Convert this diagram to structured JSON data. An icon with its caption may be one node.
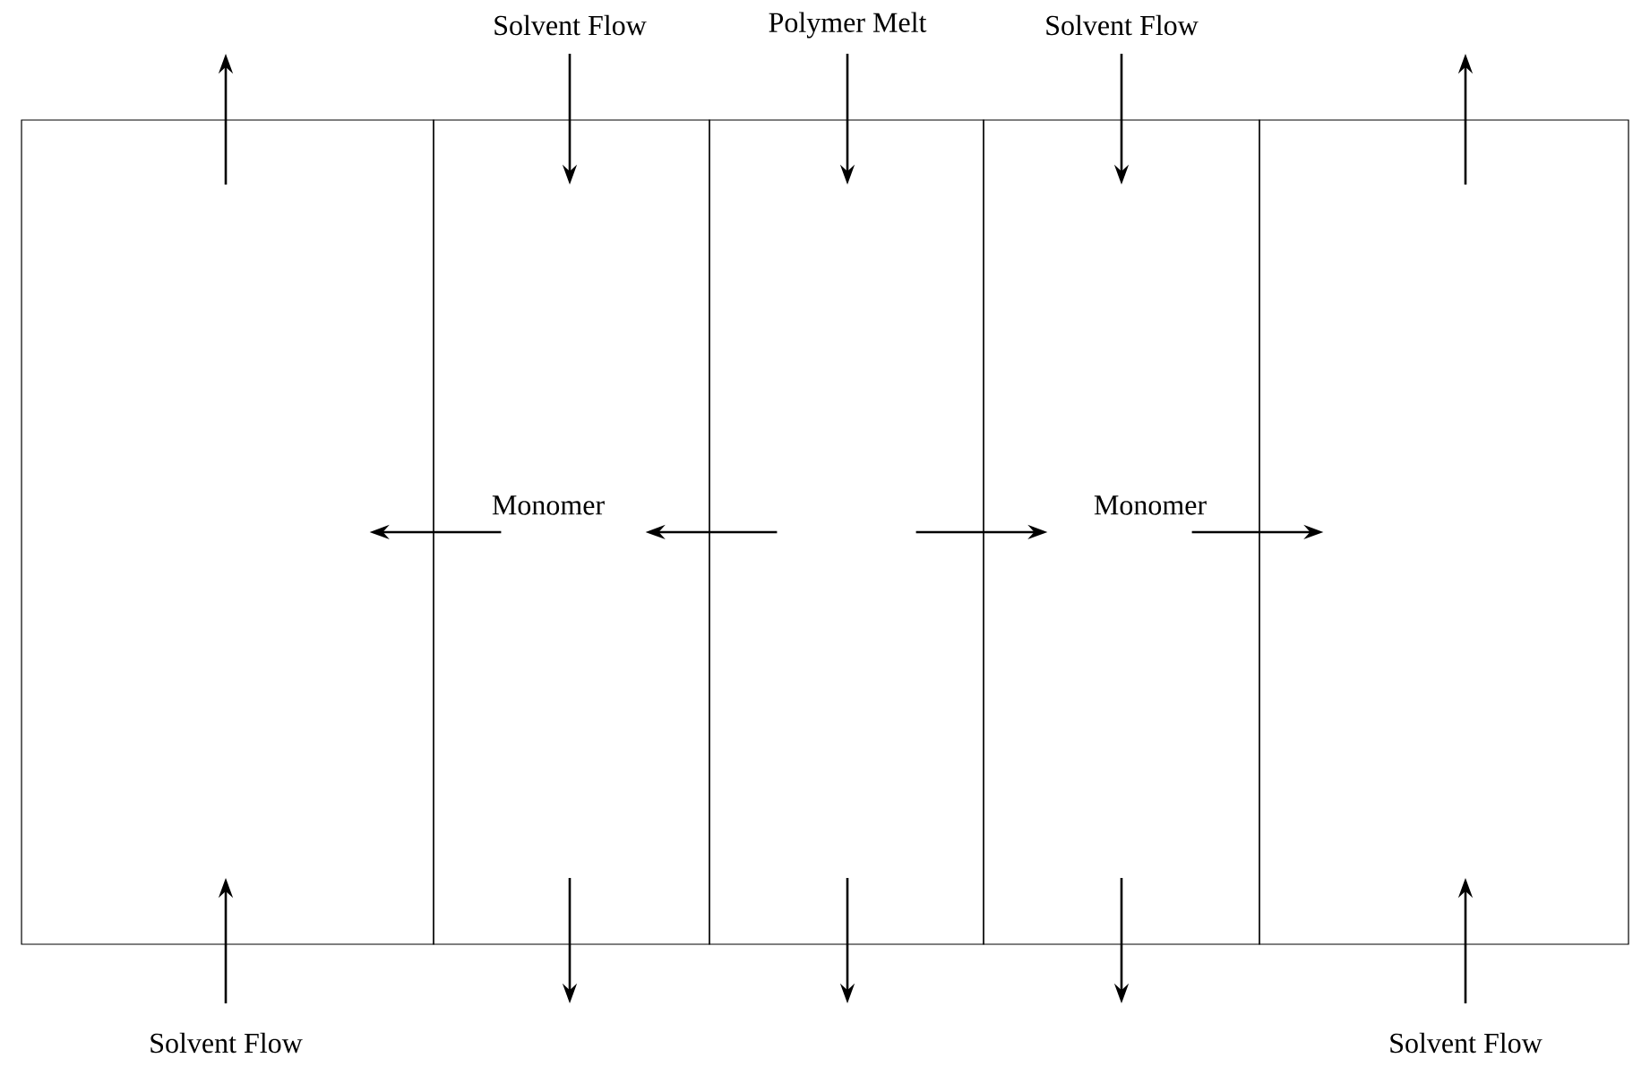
{
  "diagram": {
    "nodes": [
      {
        "text": [
          "Solvent Flow"
        ]
      },
      {
        "text": [
          "Solvent Flow",
          "Monomer"
        ]
      },
      {
        "text": [
          "Polymer Melt"
        ]
      },
      {
        "text": [
          "Solvent Flow",
          "Monomer"
        ]
      },
      {
        "text": [
          "Solvent Flow"
        ]
      }
    ],
    "edges": [
      {
        "from": 1,
        "to": 0,
        "arrow": "to"
      },
      {
        "from": 2,
        "to": 1,
        "arrow": "to"
      },
      {
        "from": 2,
        "to": 3,
        "arrow": "to"
      },
      {
        "from": 3,
        "to": 4,
        "arrow": "to"
      }
    ]
  }
}
